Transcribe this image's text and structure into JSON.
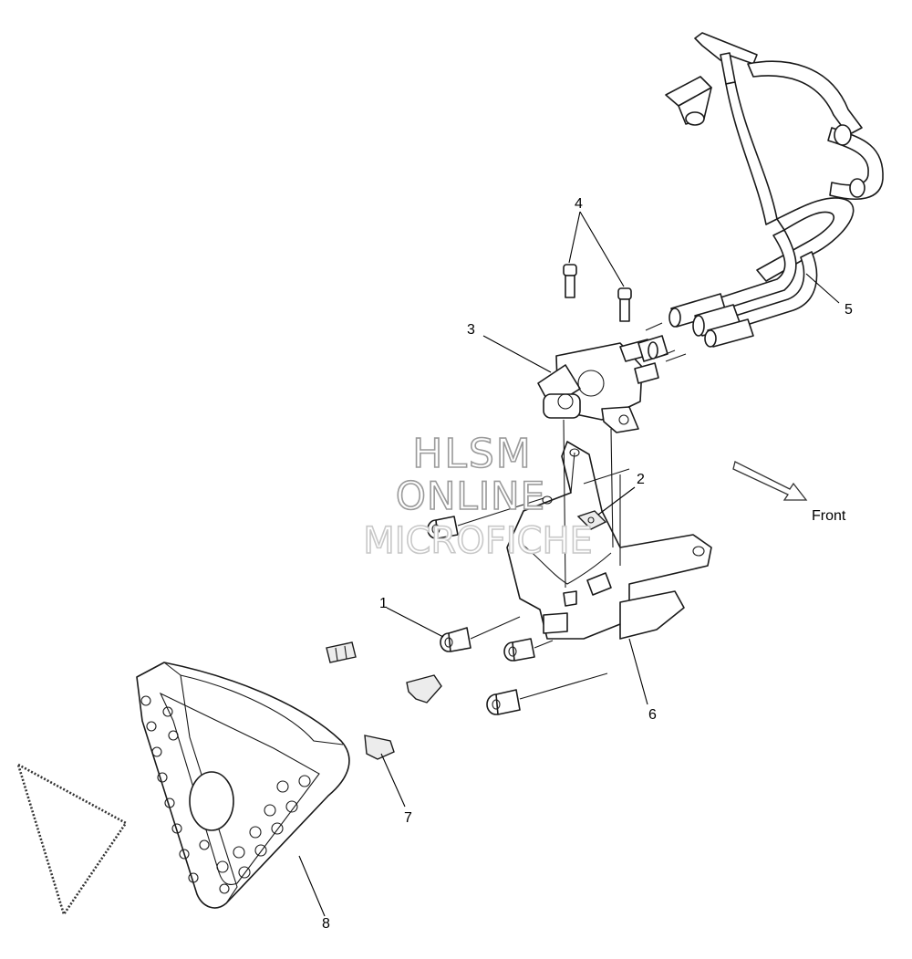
{
  "diagram": {
    "callouts": [
      "1",
      "2",
      "3",
      "4",
      "5",
      "6",
      "7",
      "8"
    ],
    "direction_label": "Front",
    "watermark": {
      "line1": "HLSM",
      "line2": "ONLINE",
      "line3": "MICROFICHE"
    }
  }
}
